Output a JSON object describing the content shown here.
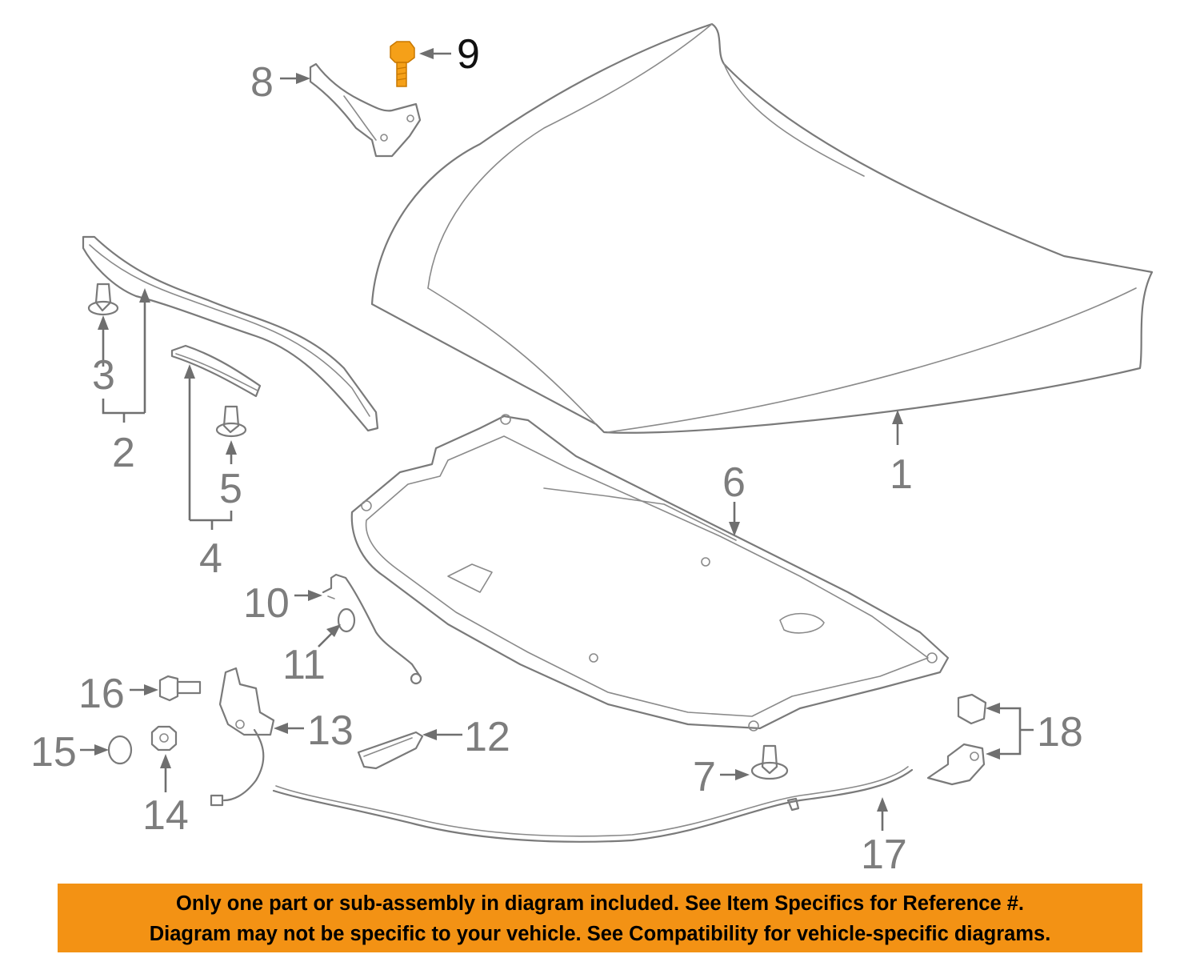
{
  "callouts": {
    "c1": "1",
    "c2": "2",
    "c3": "3",
    "c4": "4",
    "c5": "5",
    "c6": "6",
    "c7": "7",
    "c8": "8",
    "c9": "9",
    "c10": "10",
    "c11": "11",
    "c12": "12",
    "c13": "13",
    "c14": "14",
    "c15": "15",
    "c16": "16",
    "c17": "17",
    "c18": "18"
  },
  "disclaimer": {
    "line1": "Only one part or sub-assembly in diagram included. See Item Specifics for Reference #.",
    "line2": "Diagram may not be specific to your vehicle. See Compatibility for vehicle-specific diagrams."
  },
  "colors": {
    "line_art": "#7a7a7a",
    "highlight_part": "#f5a018",
    "banner_background": "#f39214",
    "banner_text": "#000000"
  }
}
